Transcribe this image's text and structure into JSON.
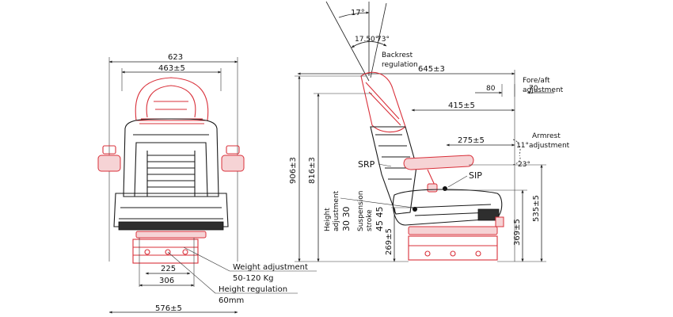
{
  "colors": {
    "red_parts": "#d9303a",
    "black_parts": "#1a1a1a",
    "background": "#ffffff"
  },
  "front": {
    "width_total": "623",
    "backrest_width": "463±5",
    "base_width": "576±5",
    "rail_inner": "225",
    "rail_outer": "306",
    "weight_label": "Weight adjustment",
    "weight_range": "50-120 Kg",
    "height_label": "Height regulation",
    "height_value": "60mm"
  },
  "side": {
    "angle_top": "17°",
    "angle_a": "17.50°",
    "angle_b": "73°",
    "backrest_label_1": "Backrest",
    "backrest_label_2": "regulation",
    "depth_total": "645±3",
    "fore_a": "80",
    "fore_b": "70",
    "fore_label_1": "Fore/aft",
    "fore_label_2": "adjustment",
    "d_415": "415±5",
    "d_275": "275±5",
    "armrest_label_1": "Armrest",
    "armrest_label_2": "adjustment",
    "armrest_angle_up": "11°",
    "armrest_angle_down": "23°",
    "srp": "SRP",
    "sip": "SIP",
    "h_906": "906±3",
    "h_816": "816±3",
    "height_adj_1": "Height",
    "height_adj_2": "adjustment",
    "height_adj_vals": "30 30",
    "susp_1": "Suspension",
    "susp_2": "stroke",
    "susp_vals": "45 45",
    "h_269": "269±5",
    "h_369": "369±5",
    "h_535": "535±5"
  }
}
